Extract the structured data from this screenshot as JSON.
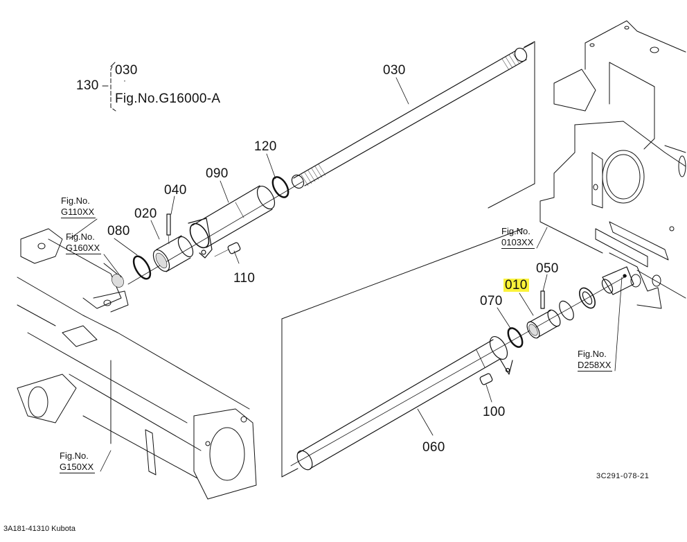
{
  "diagram": {
    "type": "exploded-parts-diagram",
    "assembly_reference": {
      "parent_number": "130",
      "member_part": "030",
      "separator": "·",
      "figure": "Fig.No.G16000-A"
    },
    "parts": [
      {
        "number": "010",
        "highlighted": true
      },
      {
        "number": "020",
        "highlighted": false
      },
      {
        "number": "030",
        "highlighted": false
      },
      {
        "number": "040",
        "highlighted": false
      },
      {
        "number": "050",
        "highlighted": false
      },
      {
        "number": "060",
        "highlighted": false
      },
      {
        "number": "070",
        "highlighted": false
      },
      {
        "number": "080",
        "highlighted": false
      },
      {
        "number": "090",
        "highlighted": false
      },
      {
        "number": "100",
        "highlighted": false
      },
      {
        "number": "110",
        "highlighted": false
      },
      {
        "number": "120",
        "highlighted": false
      }
    ],
    "figure_refs": [
      {
        "prefix": "Fig.No.",
        "code": "G110XX"
      },
      {
        "prefix": "Fig.No.",
        "code": "G160XX"
      },
      {
        "prefix": "Fig.No.",
        "code": "0103XX"
      },
      {
        "prefix": "Fig.No.",
        "code": "D258XX"
      },
      {
        "prefix": "Fig.No.",
        "code": "G150XX"
      }
    ],
    "drawing_id": "3C291-078-21",
    "highlight_color": "#fbf33a"
  },
  "caption": "3A181-41310 Kubota"
}
